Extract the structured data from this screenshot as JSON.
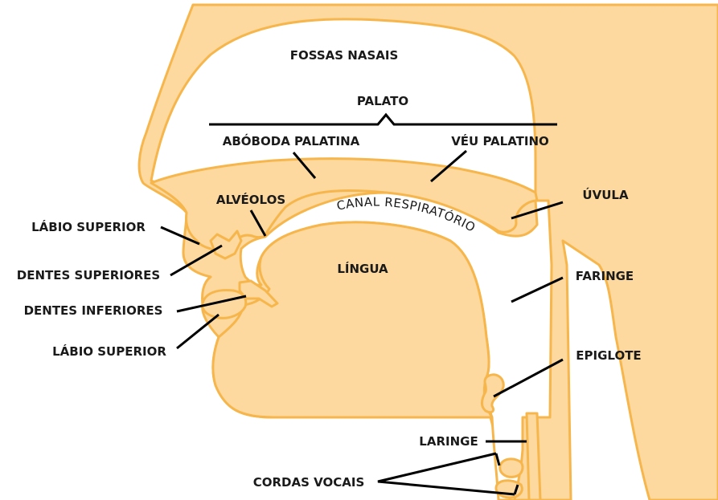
{
  "colors": {
    "tissue_fill": "#fdd9a0",
    "tissue_outline": "#f6b64c",
    "cavity": "#ffffff",
    "label_text": "#1a1a1a",
    "leader_line": "#000000"
  },
  "labels": {
    "fossas_nasais": "FOSSAS NASAIS",
    "palato": "PALATO",
    "aboboda_palatina": "ABÓBODA PALATINA",
    "veu_palatino": "VÉU PALATINO",
    "alveolos": "ALVÉOLOS",
    "canal_respiratorio": "CANAL RESPIRATÓRIO",
    "uvula": "ÚVULA",
    "labio_superior": "LÁBIO SUPERIOR",
    "dentes_superiores": "DENTES SUPERIORES",
    "lingua": "LÍNGUA",
    "faringe": "FARINGE",
    "dentes_inferiores": "DENTES INFERIORES",
    "labio_inferior_caption": "LÁBIO SUPERIOR",
    "epiglote": "EPIGLOTE",
    "laringe": "LARINGE",
    "cordas_vocais": "CORDAS VOCAIS"
  }
}
